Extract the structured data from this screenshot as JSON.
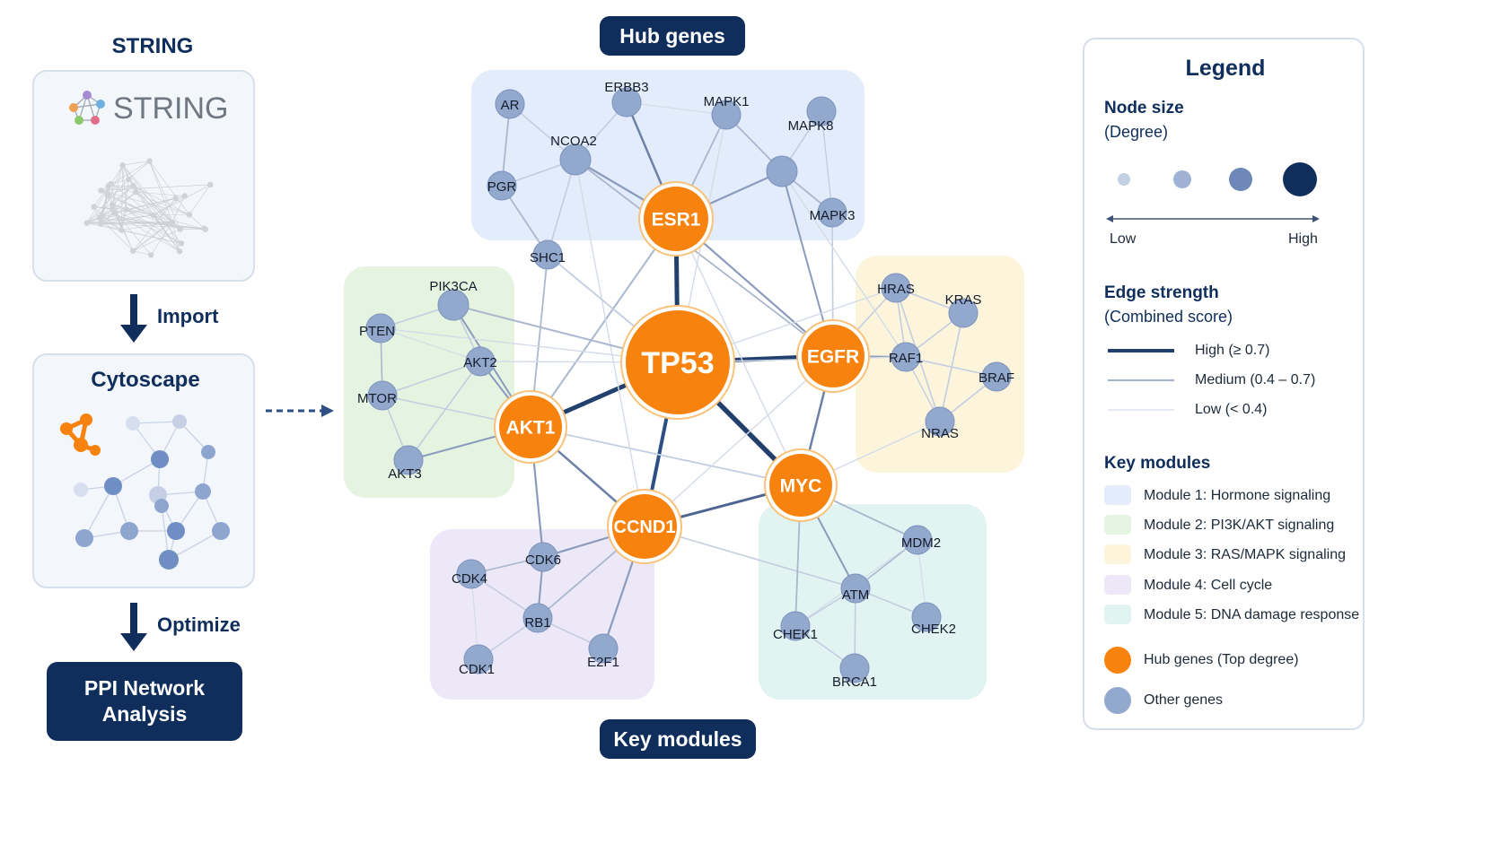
{
  "pipeline": {
    "string_title": "STRING",
    "string_logo_text": "STRING",
    "import_label": "Import",
    "cytoscape_title": "Cytoscape",
    "optimize_label": "Optimize",
    "result_label": "PPI Network Analysis"
  },
  "network": {
    "hub_banner": "Hub genes",
    "modules_banner": "Key modules",
    "module_colors": [
      "#e3ecfb",
      "#e5f4e1",
      "#fdf4dc",
      "#ede8f7",
      "#e2f4f2"
    ],
    "hub_color": "#f7830e",
    "other_color": "#93a8cd",
    "nodes": [
      {
        "id": "TP53",
        "hub": true
      },
      {
        "id": "ESR1",
        "hub": true
      },
      {
        "id": "EGFR",
        "hub": true
      },
      {
        "id": "AKT1",
        "hub": true
      },
      {
        "id": "MYC",
        "hub": true
      },
      {
        "id": "CCND1",
        "hub": true
      },
      {
        "id": "AR",
        "hub": false
      },
      {
        "id": "ERBB3",
        "hub": false
      },
      {
        "id": "NCOA2",
        "hub": false
      },
      {
        "id": "MAPK1",
        "hub": false
      },
      {
        "id": "MAPK3",
        "hub": false
      },
      {
        "id": "PGR",
        "hub": false
      },
      {
        "id": "SHC1",
        "hub": false
      },
      {
        "id": "PIK3CA",
        "hub": false
      },
      {
        "id": "PTEN",
        "hub": false
      },
      {
        "id": "MTOR",
        "hub": false
      },
      {
        "id": "AKT2",
        "hub": false
      },
      {
        "id": "HRAS",
        "hub": false
      },
      {
        "id": "KRAS",
        "hub": false
      },
      {
        "id": "BRAF",
        "hub": false
      },
      {
        "id": "NRAS",
        "hub": false
      },
      {
        "id": "RAF1",
        "hub": false
      },
      {
        "id": "CDK6",
        "hub": false
      },
      {
        "id": "CDK4",
        "hub": false
      },
      {
        "id": "RB1",
        "hub": false
      },
      {
        "id": "CDK1",
        "hub": false
      },
      {
        "id": "E2F1",
        "hub": false
      },
      {
        "id": "MDM2",
        "hub": false
      },
      {
        "id": "ATM",
        "hub": false
      },
      {
        "id": "CHEK2",
        "hub": false
      },
      {
        "id": "BRCA1",
        "hub": false
      },
      {
        "id": "CHEK1",
        "hub": false
      }
    ]
  },
  "legend": {
    "title": "Legend",
    "node_size_title": "Node size",
    "node_size_sub": "(Degree)",
    "low": "Low",
    "high": "High",
    "edge_title": "Edge strength",
    "edge_sub": "(Combined score)",
    "edge_high": "High (≥ 0.7)",
    "edge_medium": "Medium (0.4 – 0.7)",
    "edge_low": "Low (< 0.4)",
    "modules_title": "Key modules",
    "module1": "Module 1: Hormone signaling",
    "module2": "Module 2: PI3K/AKT signaling",
    "module3": "Module 3: RAS/MAPK signaling",
    "module4": "Module 4: Cell cycle",
    "module5": "Module 5: DNA damage response",
    "hub_genes": "Hub genes (Top degree)",
    "other_genes": "Other genes"
  }
}
